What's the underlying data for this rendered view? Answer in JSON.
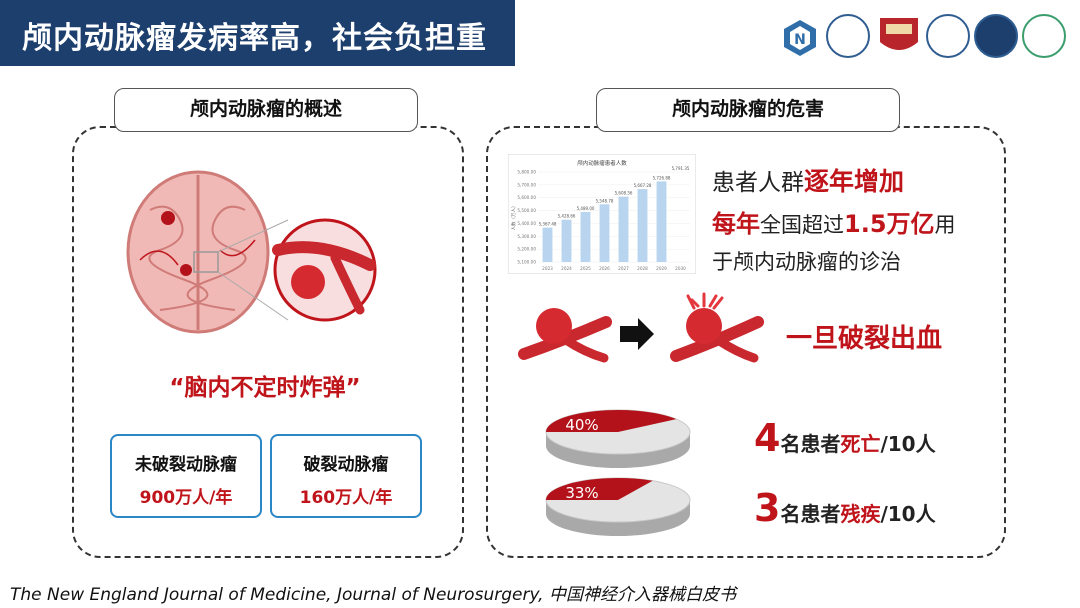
{
  "header": {
    "title": "颅内动脉瘤发病率高，社会负担重"
  },
  "logos": [
    "logo-1",
    "logo-2",
    "logo-3",
    "logo-4",
    "logo-5",
    "logo-6"
  ],
  "left_panel": {
    "heading": "颅内动脉瘤的概述",
    "quote": "“脑内不定时炸弹”",
    "stats": [
      {
        "label": "未破裂动脉瘤",
        "value": "900万人/年"
      },
      {
        "label": "破裂动脉瘤",
        "value": "160万人/年"
      }
    ]
  },
  "right_panel": {
    "heading": "颅内动脉瘤的危害",
    "lines": {
      "l1_pre": "患者人群",
      "l1_em": "逐年增加",
      "l2_em1": "每年",
      "l2_mid": "全国超过",
      "l2_em2": "1.5万亿",
      "l2_post": "用",
      "l3": "于颅内动脉瘤的诊治"
    },
    "rupture_text": "一旦破裂出血",
    "death": {
      "num": "4",
      "pre": "名患者",
      "em": "死亡",
      "post": "/10人",
      "percent": "40%",
      "fraction": 0.4
    },
    "disability": {
      "num": "3",
      "pre": "名患者",
      "em": "残疾",
      "post": "/10人",
      "percent": "33%",
      "fraction": 0.33
    }
  },
  "chart_data": {
    "type": "bar",
    "title": "颅内动脉瘤患者人数",
    "ylabel": "人数（万人）",
    "categories": [
      "2023",
      "2024",
      "2025",
      "2026",
      "2027",
      "2028",
      "2029"
    ],
    "values": [
      5367.48,
      5428.66,
      5489.0,
      5548.78,
      5608.56,
      5667.28,
      5726.88
    ],
    "value_labels": [
      "5,367.48",
      "5,428.66",
      "5,489.00",
      "5,548.78",
      "5,608.56",
      "5,667.28",
      "5,726.88"
    ],
    "extra_category": "2030",
    "extra_value_label": "5,791.35",
    "y_ticks": [
      "5,100.00",
      "5,200.00",
      "5,300.00",
      "5,400.00",
      "5,500.00",
      "5,600.00",
      "5,700.00",
      "5,800.00"
    ],
    "ylim": [
      5100,
      5800
    ]
  },
  "footer": {
    "source": "The New England Journal of Medicine, Journal of Neurosurgery, 中国神经介入器械白皮书"
  },
  "colors": {
    "brand": "#1d3f6e",
    "accent_red": "#c0141b",
    "box_border": "#2b86c5"
  }
}
